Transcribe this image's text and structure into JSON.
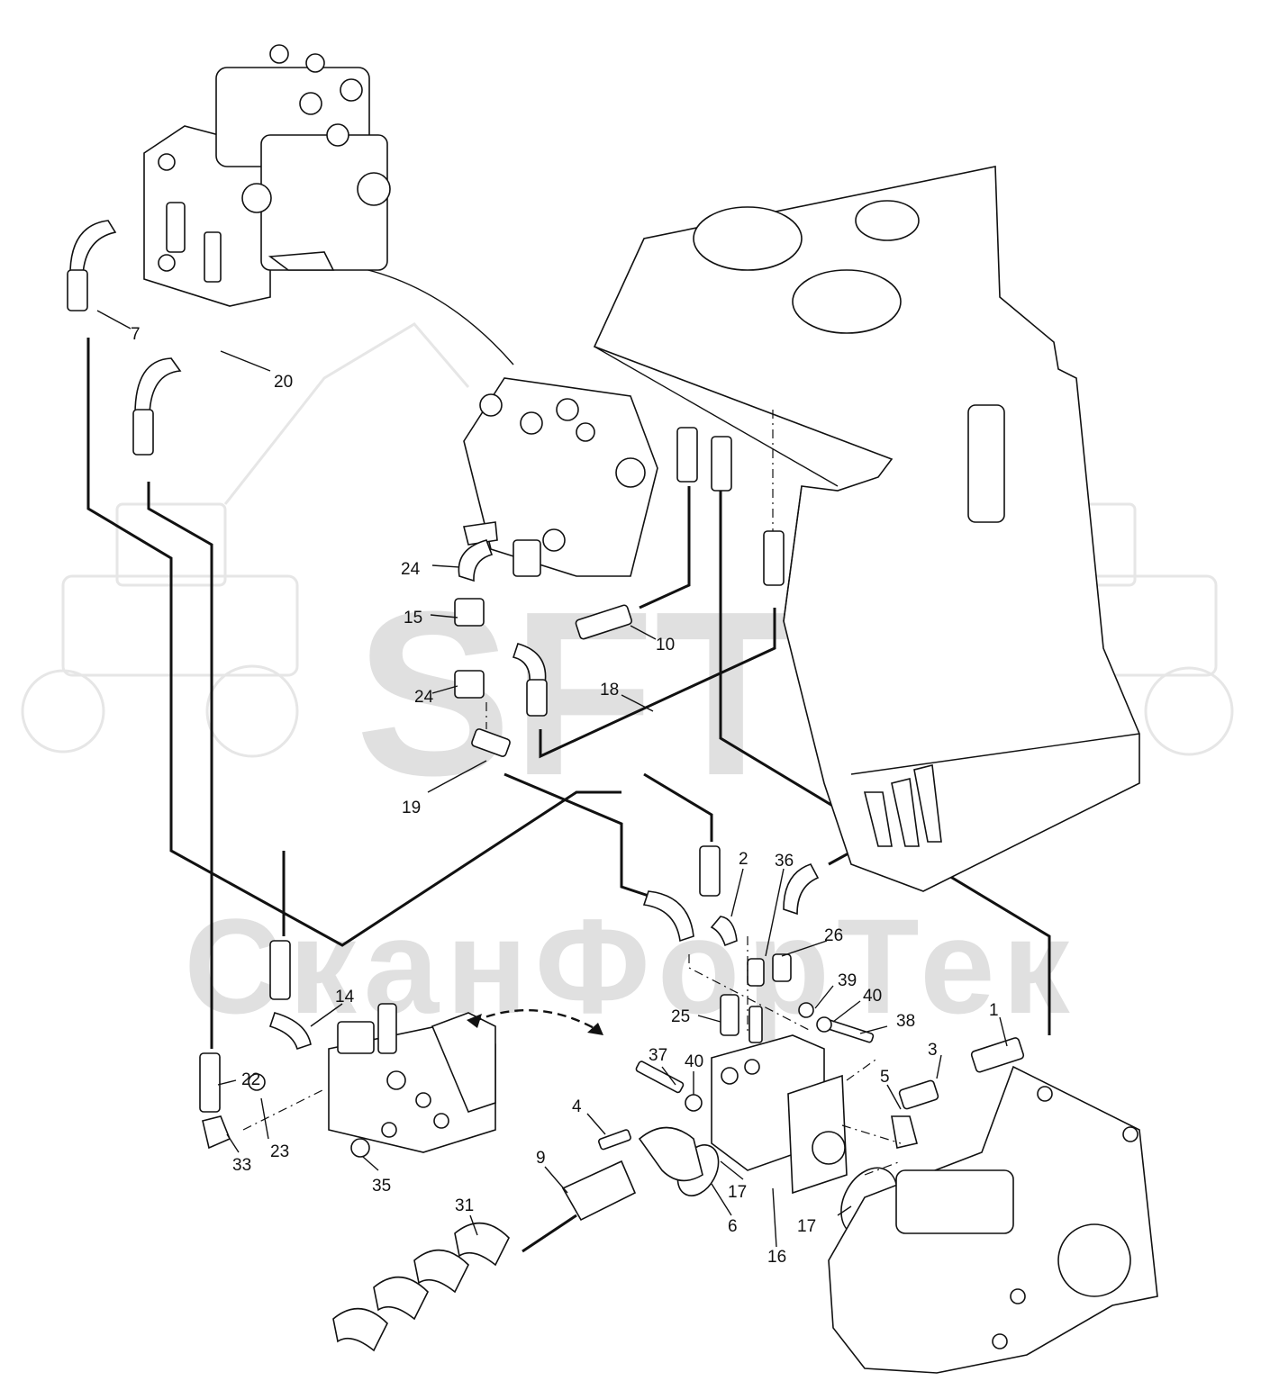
{
  "watermark": {
    "logo_text": "SFT",
    "company_name": "СканФорТек"
  },
  "callouts": [
    {
      "id": "c1",
      "label": "1"
    },
    {
      "id": "c2",
      "label": "2"
    },
    {
      "id": "c3",
      "label": "3"
    },
    {
      "id": "c4",
      "label": "4"
    },
    {
      "id": "c5",
      "label": "5"
    },
    {
      "id": "c6",
      "label": "6"
    },
    {
      "id": "c7",
      "label": "7"
    },
    {
      "id": "c9",
      "label": "9"
    },
    {
      "id": "c10",
      "label": "10"
    },
    {
      "id": "c14",
      "label": "14"
    },
    {
      "id": "c15",
      "label": "15"
    },
    {
      "id": "c16",
      "label": "16"
    },
    {
      "id": "c17a",
      "label": "17"
    },
    {
      "id": "c17b",
      "label": "17"
    },
    {
      "id": "c18",
      "label": "18"
    },
    {
      "id": "c19",
      "label": "19"
    },
    {
      "id": "c20",
      "label": "20"
    },
    {
      "id": "c22",
      "label": "22"
    },
    {
      "id": "c23",
      "label": "23"
    },
    {
      "id": "c24a",
      "label": "24"
    },
    {
      "id": "c24b",
      "label": "24"
    },
    {
      "id": "c25",
      "label": "25"
    },
    {
      "id": "c26",
      "label": "26"
    },
    {
      "id": "c31",
      "label": "31"
    },
    {
      "id": "c33",
      "label": "33"
    },
    {
      "id": "c35",
      "label": "35"
    },
    {
      "id": "c36",
      "label": "36"
    },
    {
      "id": "c37",
      "label": "37"
    },
    {
      "id": "c38",
      "label": "38"
    },
    {
      "id": "c39",
      "label": "39"
    },
    {
      "id": "c40a",
      "label": "40"
    },
    {
      "id": "c40b",
      "label": "40"
    }
  ]
}
